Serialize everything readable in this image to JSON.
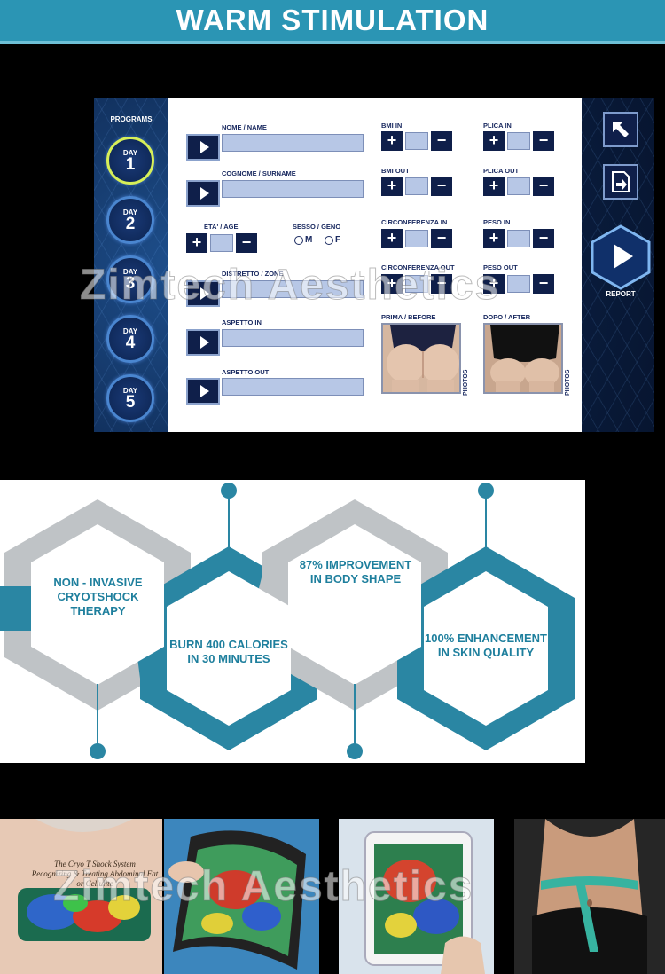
{
  "banner": {
    "title": "WARM STIMULATION"
  },
  "programs": {
    "title": "PROGRAMS",
    "days": [
      {
        "label": "DAY",
        "number": "1"
      },
      {
        "label": "DAY",
        "number": "2"
      },
      {
        "label": "DAY",
        "number": "3"
      },
      {
        "label": "DAY",
        "number": "4"
      },
      {
        "label": "DAY",
        "number": "5"
      }
    ]
  },
  "form": {
    "name_label": "NOME / NAME",
    "surname_label": "COGNOME / SURNAME",
    "age_label": "ETA' / AGE",
    "sex_label": "SESSO / GENO",
    "sex_m": "M",
    "sex_f": "F",
    "zone_label": "DISTRETTO / ZONE",
    "aspect_in_label": "ASPETTO IN",
    "aspect_out_label": "ASPETTO OUT",
    "bmi_in_label": "BMI IN",
    "bmi_out_label": "BMI OUT",
    "circ_in_label": "CIRCONFERENZA IN",
    "circ_out_label": "CIRCONFERENZA OUT",
    "plica_in_label": "PLICA IN",
    "plica_out_label": "PLICA OUT",
    "peso_in_label": "PESO IN",
    "peso_out_label": "PESO OUT",
    "before_label": "PRIMA / BEFORE",
    "after_label": "DOPO / AFTER",
    "photos_label": "PHOTOS",
    "plus": "+",
    "minus": "−"
  },
  "side": {
    "report_label": "REPORT"
  },
  "watermark": "Zimtech  Aesthetics",
  "infographic": {
    "items": [
      "NON - INVASIVE CRYOTSHOCK THERAPY",
      "BURN 400 CALORIES IN 30 MINUTES",
      "87% IMPROVEMENT IN BODY SHAPE",
      "100% ENHANCEMENT IN SKIN QUALITY"
    ]
  },
  "photos": {
    "caption_line1": "The Cryo T Shock System",
    "caption_line2": "Recognizing & Treating Abdominal Fat or Cellulite"
  },
  "colors": {
    "banner": "#2b95b4",
    "teal": "#2d8aa6",
    "navy": "#0f1f4a"
  }
}
